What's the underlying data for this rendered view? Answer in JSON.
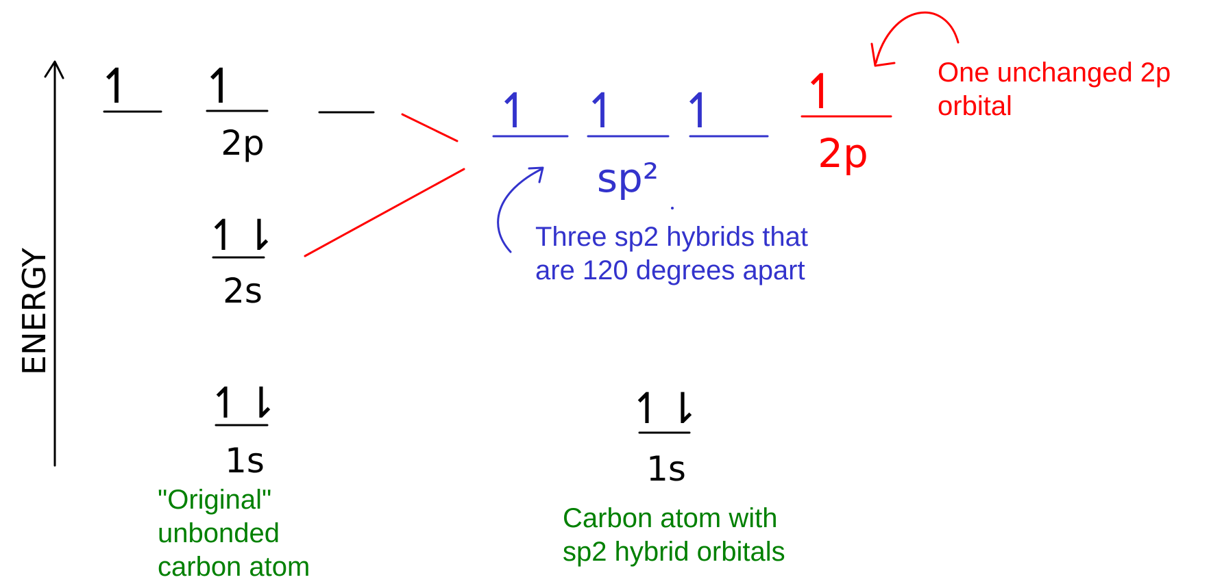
{
  "axis_label": "ENERGY",
  "colors": {
    "ink": "#000000",
    "hybrid": "#3333cc",
    "unchanged": "#ff0000",
    "caption": "#008000"
  },
  "arrows": {
    "up": "↿",
    "up_down": "↿⇂"
  },
  "left_atom": {
    "orbitals": {
      "p": "2p",
      "s2": "2s",
      "s1": "1s"
    },
    "caption": "\"Original\"\nunbonded\ncarbon atom"
  },
  "right_atom": {
    "orbitals": {
      "sp2": "sp²",
      "p": "2p",
      "s1": "1s"
    },
    "caption": "Carbon atom with\nsp2 hybrid orbitals"
  },
  "notes": {
    "hybrids": "Three sp2 hybrids that\nare 120 degrees apart",
    "unchanged": "One unchanged 2p\norbital"
  }
}
